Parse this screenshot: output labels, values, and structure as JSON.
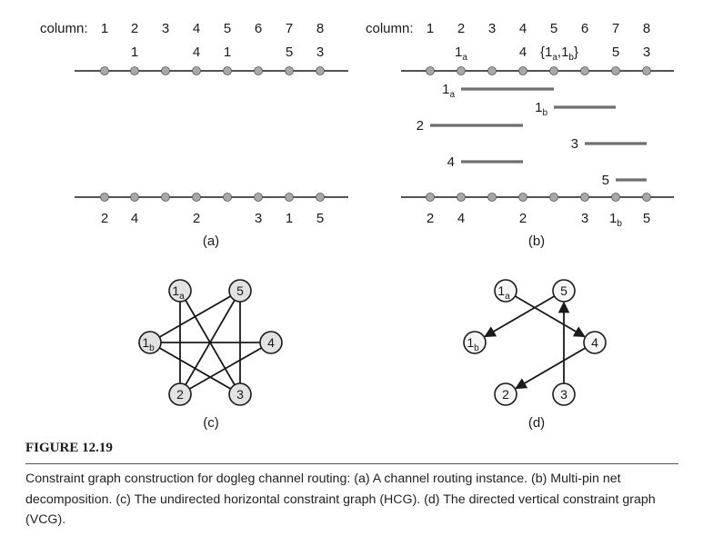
{
  "panels": {
    "a": {
      "caption": "(a)",
      "column_word": "column:",
      "columns": [
        "1",
        "2",
        "3",
        "4",
        "5",
        "6",
        "7",
        "8"
      ],
      "top_pins": [
        "",
        "1",
        "",
        "4",
        "1",
        "",
        "5",
        "3"
      ],
      "bottom_pins": [
        "2",
        "4",
        "",
        "2",
        "",
        "3",
        "1",
        "5"
      ]
    },
    "b": {
      "caption": "(b)",
      "column_word": "column:",
      "columns": [
        "1",
        "2",
        "3",
        "4",
        "5",
        "6",
        "7",
        "8"
      ],
      "top_pins": [
        {
          "main": "",
          "sub": ""
        },
        {
          "main": "1",
          "sub": "a"
        },
        {
          "main": "",
          "sub": ""
        },
        {
          "main": "4",
          "sub": ""
        },
        {
          "main": "{1a,1b}",
          "sub": ""
        },
        {
          "main": "",
          "sub": ""
        },
        {
          "main": "5",
          "sub": ""
        },
        {
          "main": "3",
          "sub": ""
        }
      ],
      "bottom_pins": [
        {
          "main": "2",
          "sub": ""
        },
        {
          "main": "4",
          "sub": ""
        },
        {
          "main": "",
          "sub": ""
        },
        {
          "main": "2",
          "sub": ""
        },
        {
          "main": "",
          "sub": ""
        },
        {
          "main": "3",
          "sub": ""
        },
        {
          "main": "1",
          "sub": "b"
        },
        {
          "main": "5",
          "sub": ""
        }
      ],
      "nets": [
        {
          "main": "1",
          "sub": "a",
          "from_col": 2,
          "to_col": 5
        },
        {
          "main": "1",
          "sub": "b",
          "from_col": 5,
          "to_col": 7
        },
        {
          "main": "2",
          "sub": "",
          "from_col": 1,
          "to_col": 4
        },
        {
          "main": "3",
          "sub": "",
          "from_col": 6,
          "to_col": 8
        },
        {
          "main": "4",
          "sub": "",
          "from_col": 2,
          "to_col": 4
        },
        {
          "main": "5",
          "sub": "",
          "from_col": 7,
          "to_col": 8
        }
      ]
    },
    "c": {
      "caption": "(c)",
      "nodes": [
        {
          "id": "1a",
          "main": "1",
          "sub": "a"
        },
        {
          "id": "5",
          "main": "5",
          "sub": ""
        },
        {
          "id": "1b",
          "main": "1",
          "sub": "b"
        },
        {
          "id": "4",
          "main": "4",
          "sub": ""
        },
        {
          "id": "2",
          "main": "2",
          "sub": ""
        },
        {
          "id": "3",
          "main": "3",
          "sub": ""
        }
      ],
      "edges": [
        [
          "1a",
          "2"
        ],
        [
          "1a",
          "3"
        ],
        [
          "5",
          "2"
        ],
        [
          "5",
          "1b"
        ],
        [
          "1b",
          "4"
        ],
        [
          "4",
          "2"
        ],
        [
          "3",
          "5"
        ],
        [
          "3",
          "1b"
        ]
      ]
    },
    "d": {
      "caption": "(d)",
      "nodes": [
        {
          "id": "1a",
          "main": "1",
          "sub": "a"
        },
        {
          "id": "5",
          "main": "5",
          "sub": ""
        },
        {
          "id": "1b",
          "main": "1",
          "sub": "b"
        },
        {
          "id": "4",
          "main": "4",
          "sub": ""
        },
        {
          "id": "2",
          "main": "2",
          "sub": ""
        },
        {
          "id": "3",
          "main": "3",
          "sub": ""
        }
      ],
      "edges": [
        [
          "1a",
          "4"
        ],
        [
          "5",
          "1b"
        ],
        [
          "4",
          "2"
        ],
        [
          "3",
          "5"
        ]
      ]
    }
  },
  "figure": {
    "title": "FIGURE 12.19",
    "caption": "Constraint graph construction for dogleg channel routing: (a) A channel routing instance. (b) Multi-pin net decomposition. (c) The undirected horizontal constraint graph (HCG). (d) The directed vertical constraint graph (VCG)."
  },
  "colors": {
    "ink": "#1a1a1a",
    "pin_fill": "#a8a8a8",
    "node_fill": "#e2e2e2",
    "node_fill_light": "#f6f6f6",
    "segment": "#6f6f6f"
  }
}
